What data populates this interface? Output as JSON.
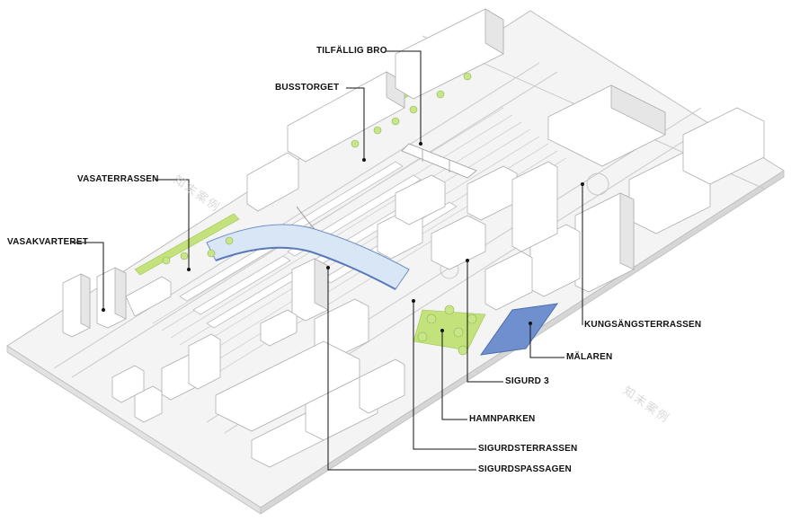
{
  "labels": {
    "tilfallig_bro": "TILFÄLLIG BRO",
    "busstorget": "BUSSTORGET",
    "vasaterrassen": "VASATERRASSEN",
    "vasakvarteret": "VASAKVARTERET",
    "kungsangsterrassen": "KUNGSÄNGSTERRASSEN",
    "malaren": "MÄLAREN",
    "sigurd3": "SIGURD 3",
    "hamnparken": "HAMNPARKEN",
    "sigurdsterrassen": "SIGURDSTERRASSEN",
    "sigurdspassagen": "SIGURDSPASSAGEN"
  },
  "watermark": {
    "text1": "知末案例",
    "text2": "知末案例"
  },
  "colors": {
    "background": "#ffffff",
    "ground": "#f3f3f3",
    "building": "#ffffff",
    "building_side": "#e4e4e4",
    "outline": "#b7b7b7",
    "green": "#b7dc6a",
    "water": "#6f8fcf",
    "canopy": "#8fb2dd",
    "leader": "#111111"
  }
}
